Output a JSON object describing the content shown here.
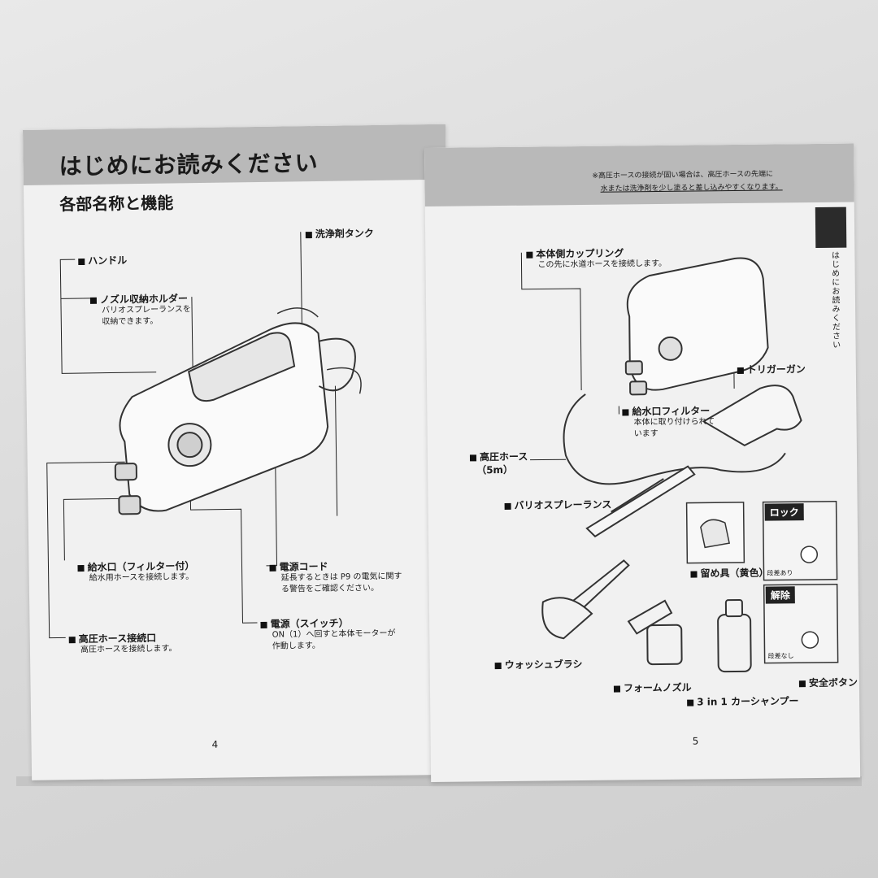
{
  "left_page": {
    "title": "はじめにお読みください",
    "subtitle": "各部名称と機能",
    "page_number": "4",
    "parts": {
      "handle": {
        "name": "ハンドル"
      },
      "nozzle_holder": {
        "name": "ノズル収納ホルダー",
        "desc1": "バリオスプレーランスを",
        "desc2": "収納できます。"
      },
      "detergent_tank": {
        "name": "洗浄剤タンク"
      },
      "water_inlet": {
        "name": "給水口（フィルター付）",
        "desc1": "給水用ホースを接続します。"
      },
      "hp_hose_port": {
        "name": "高圧ホース接続口",
        "desc1": "高圧ホースを接続します。"
      },
      "power_cord": {
        "name": "電源コード",
        "desc1": "延長するときは P9 の電気に関す",
        "desc2": "る警告をご確認ください。"
      },
      "power_switch": {
        "name": "電源（スイッチ）",
        "desc1": "ON（1）へ回すと本体モーターが",
        "desc2": "作動します。"
      }
    }
  },
  "right_page": {
    "page_number": "5",
    "note_line1": "※高圧ホースの接続が固い場合は、高圧ホースの先端に",
    "note_line2": "水または洗浄剤を少し塗ると差し込みやすくなります。",
    "side_tab_text": "はじめにお読みください",
    "parts": {
      "coupling": {
        "name": "本体側カップリング",
        "desc1": "この先に水道ホースを接続します。"
      },
      "trigger_gun": {
        "name": "トリガーガン"
      },
      "inlet_filter": {
        "name": "給水口フィルター",
        "desc1": "本体に取り付けられて",
        "desc2": "います"
      },
      "hp_hose": {
        "name": "高圧ホース",
        "sub": "（5m）"
      },
      "lance": {
        "name": "バリオスプレーランス"
      },
      "clip": {
        "name": "留め具（黄色）"
      },
      "lock": {
        "label": "ロック",
        "sub": "段差あり"
      },
      "release": {
        "label": "解除",
        "sub": "段差なし"
      },
      "brush": {
        "name": "ウォッシュブラシ"
      },
      "foam": {
        "name": "フォームノズル"
      },
      "shampoo": {
        "name": "3 in 1 カーシャンプー"
      },
      "safety": {
        "name": "安全ボタン"
      }
    }
  }
}
